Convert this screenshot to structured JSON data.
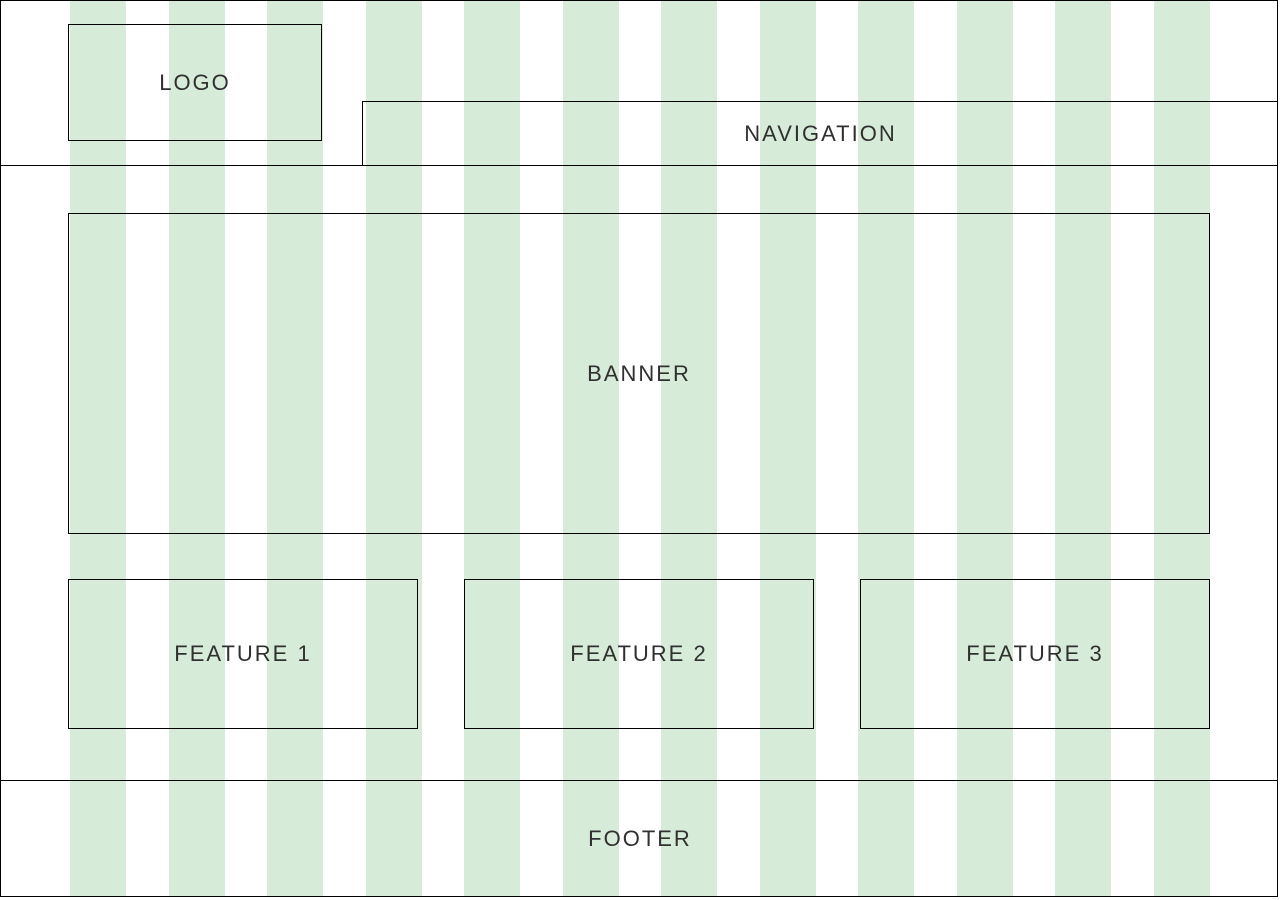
{
  "theme": {
    "background": "#ffffff",
    "stripe_green": "#d7ecd8",
    "line_black": "#000000",
    "text_color": "#303030"
  },
  "grid": {
    "columns": 12
  },
  "header": {
    "logo_label": "LOGO",
    "nav_label": "NAVIGATION"
  },
  "banner": {
    "label": "BANNER"
  },
  "features": [
    {
      "label": "FEATURE 1"
    },
    {
      "label": "FEATURE 2"
    },
    {
      "label": "FEATURE 3"
    }
  ],
  "footer": {
    "label": "FOOTER"
  }
}
